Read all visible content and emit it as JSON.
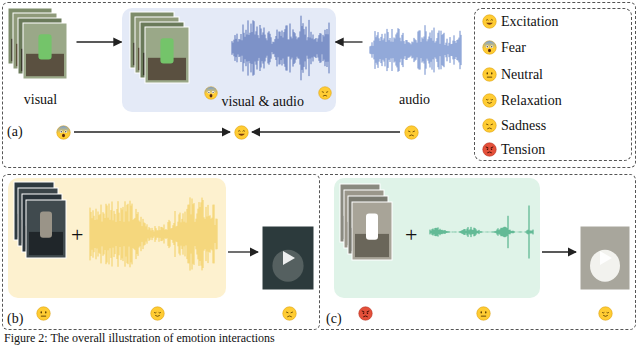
{
  "diagram": {
    "caption": "Figure 2: The overall illustration of emotion interactions",
    "nodes": [
      {
        "text": [
          "(a)"
        ]
      },
      {
        "text": [
          "visual"
        ],
        "in": 0
      },
      {
        "text": [
          "visual & audio"
        ],
        "in": 0
      },
      {
        "text": [
          "audio"
        ],
        "in": 0
      },
      {
        "text": [
          "(b)"
        ]
      },
      {
        "text": [
          "(c)"
        ]
      }
    ],
    "edges": [
      {
        "from": 1,
        "to": 2,
        "arrow": "to"
      },
      {
        "from": 3,
        "to": 2,
        "arrow": "to"
      }
    ],
    "labels": [
      "+",
      "+"
    ],
    "legend": [
      {
        "text": "Excitation"
      },
      {
        "text": "Fear"
      },
      {
        "text": "Neutral"
      },
      {
        "text": "Relaxation"
      },
      {
        "text": "Sadness"
      },
      {
        "text": "Tension"
      }
    ]
  }
}
